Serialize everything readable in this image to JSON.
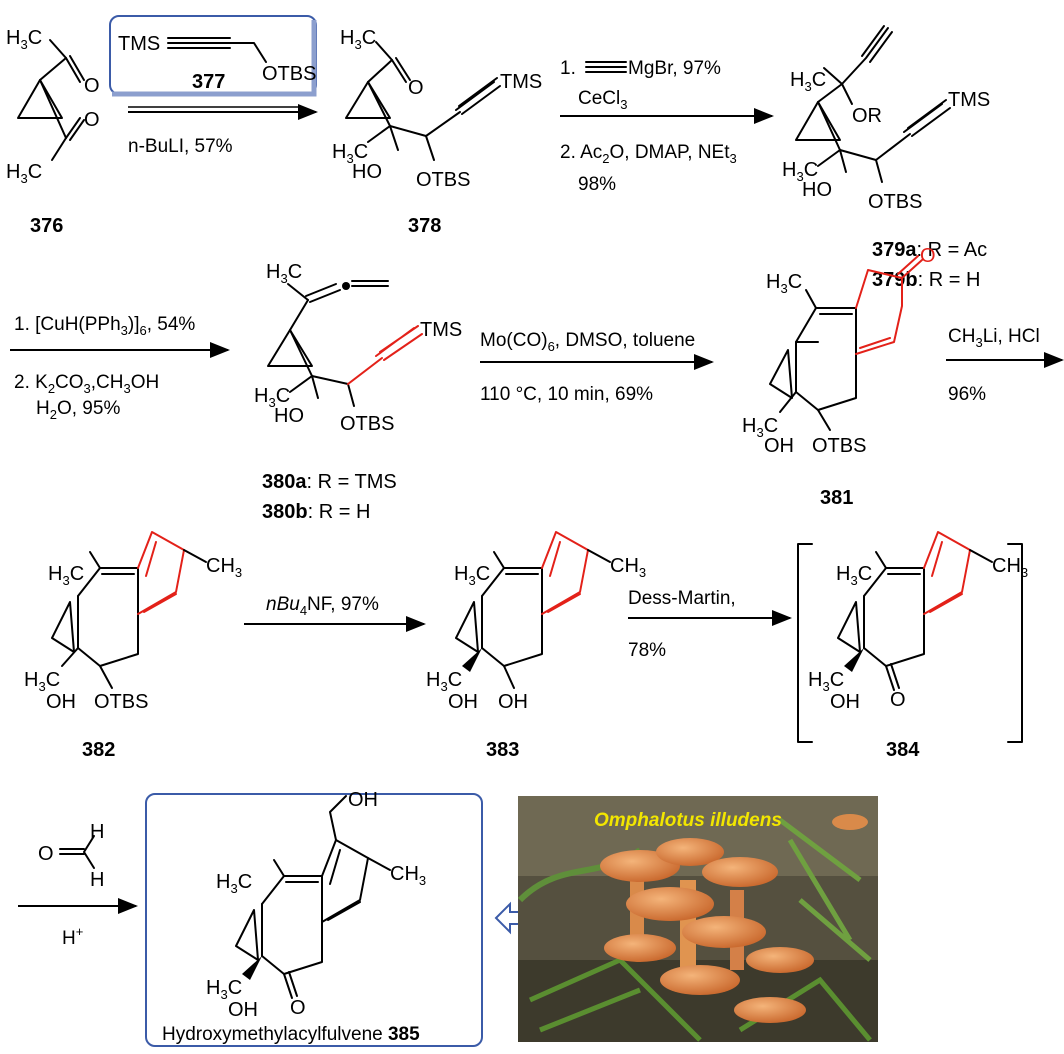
{
  "compounds": {
    "c376": "376",
    "c377": "377",
    "c378": "378",
    "c379a": "379a",
    "c379b": "379b",
    "c379a_r": ": R = Ac",
    "c379b_r": ": R = H",
    "c380a": "380a",
    "c380b": "380b",
    "c380a_r": ": R = TMS",
    "c380b_r": ": R = H",
    "c381": "381",
    "c382": "382",
    "c383": "383",
    "c384": "384",
    "c385": "385"
  },
  "conditions": {
    "step1_reagent": "TMS",
    "step1_otbs": "OTBS",
    "step1_base": "n-BuLI, 57%",
    "step2_line1": "1.",
    "step2_line1b": "MgBr, 97%",
    "step2_line2": "CeCl",
    "step2_line3": "2. Ac",
    "step2_line3b": "O, DMAP, NEt",
    "step2_line4": "98%",
    "step3_line1": "1. [CuH(PPh",
    "step3_line1b": ")]",
    "step3_line1c": ", 54%",
    "step3_line2": "2. K",
    "step3_line2b": "CO",
    "step3_line2c": ",CH",
    "step3_line2d": "OH",
    "step3_line3": "H",
    "step3_line3b": "O, 95%",
    "step4_line1": "Mo(CO)",
    "step4_line1b": ", DMSO, toluene",
    "step4_line2": "110 °C, 10 min, 69%",
    "step5_line1": "CH",
    "step5_line1b": "Li, HCl",
    "step5_line2": "96%",
    "step6_line1": "nBu",
    "step6_line1b": "NF, 97%",
    "step7_line1": "Dess-Martin,",
    "step7_line2": "78%",
    "step8_h": "H",
    "step8_o": "O",
    "step8_acid": "H"
  },
  "final_product_name": "Hydroxymethylacylfulvene",
  "photo_caption": "Omphalotus illudens",
  "colors": {
    "highlight_red": "#e32119",
    "box_blue": "#3b5ba8",
    "caption_yellow": "#f2e600",
    "mushroom_orange": "#e8904a",
    "fern_green": "#4f8a2e"
  }
}
